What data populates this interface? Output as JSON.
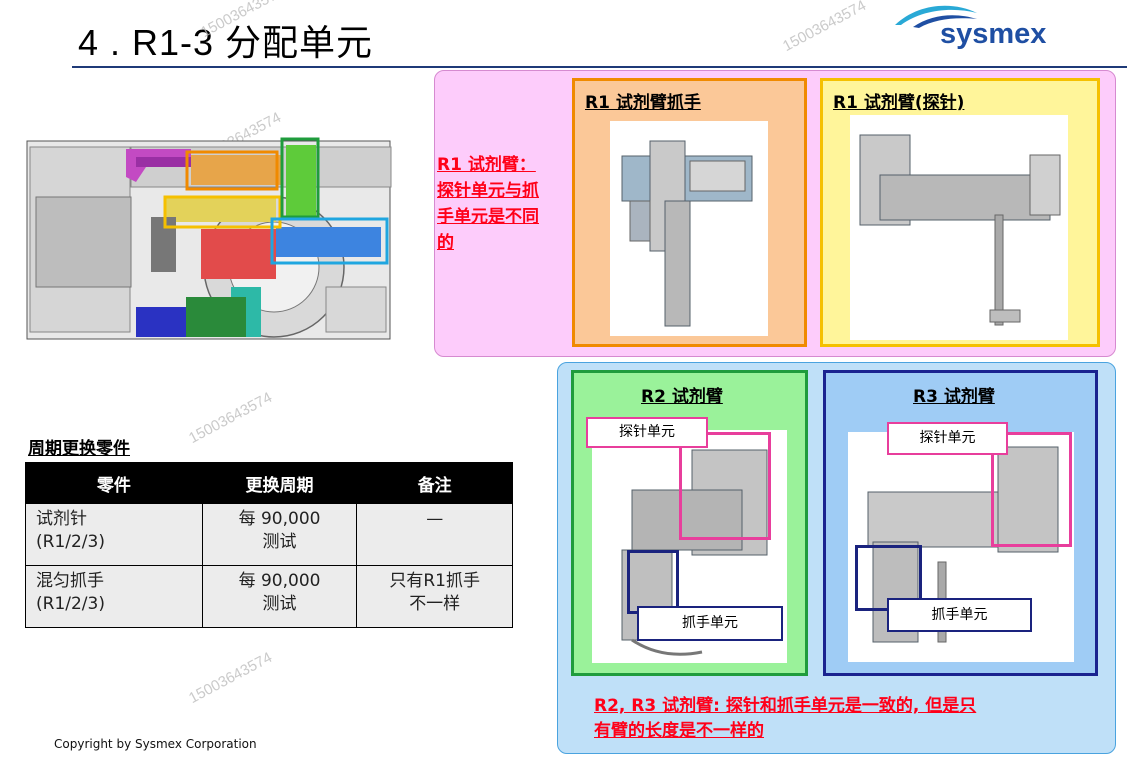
{
  "header": {
    "title": "4 . R1-3 分配单元",
    "logo_text": "sysmex"
  },
  "watermark": "15003643574",
  "r1_note": [
    "R1 试剂臂：",
    "探针单元与抓",
    "手单元是不同",
    "的"
  ],
  "r1_gripper": {
    "title": "R1 试剂臂抓手"
  },
  "r1_probe": {
    "title": "R1 试剂臂(探针)"
  },
  "r2": {
    "title": "R2 试剂臂",
    "probe_label": "探针单元",
    "gripper_label": "抓手单元"
  },
  "r3": {
    "title": "R3 试剂臂",
    "probe_label": "探针单元",
    "gripper_label": "抓手单元"
  },
  "r23_note": [
    "R2, R3 试剂臂: 探针和抓手单元是一致的, 但是只",
    "有臂的长度是不一样的"
  ],
  "table": {
    "caption": "周期更换零件",
    "headers": [
      "零件",
      "更换周期",
      "备注"
    ],
    "rows": [
      [
        "试剂针\n(R1/2/3)",
        "每 90,000\n测试",
        "—"
      ],
      [
        "混匀抓手\n(R1/2/3)",
        "每 90,000\n测试",
        "只有R1抓手\n不一样"
      ]
    ]
  },
  "footer": "Copyright by Sysmex Corporation",
  "colors": {
    "pink_panel": "#fdccfb",
    "blue_panel": "#bfe0f8",
    "orange": "#f08a00",
    "yellow": "#f5c000",
    "green": "#1f9c3c",
    "navy": "#1a2390",
    "red_text": "#ff0019",
    "brand_blue": "#1f4fa3"
  }
}
